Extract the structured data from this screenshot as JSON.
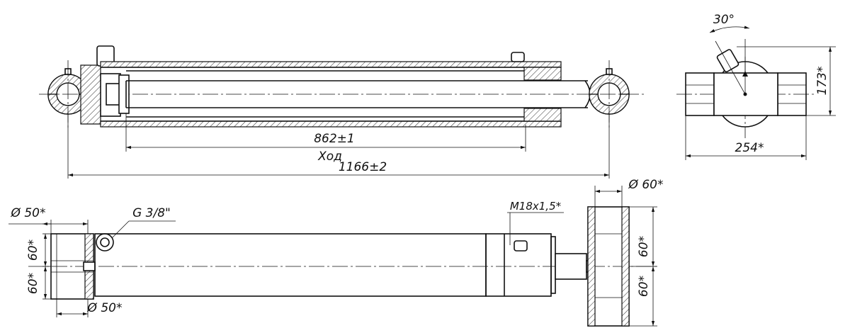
{
  "dimensions": {
    "stroke": "862±1",
    "stroke_label": "Ход",
    "overall_length": "1166±2",
    "height": "173*",
    "width": "254*",
    "angle": "30°",
    "pin_diameter_left_top": "Ø 50*",
    "pin_diameter_left_bottom": "Ø 50*",
    "eye_width_left_upper": "60*",
    "eye_width_left_lower": "60*",
    "port_thread": "G 3/8\"",
    "bleed_thread": "M18x1,5*",
    "pin_diameter_right": "Ø 60*",
    "eye_width_right_upper": "60*",
    "eye_width_right_lower": "60*"
  }
}
